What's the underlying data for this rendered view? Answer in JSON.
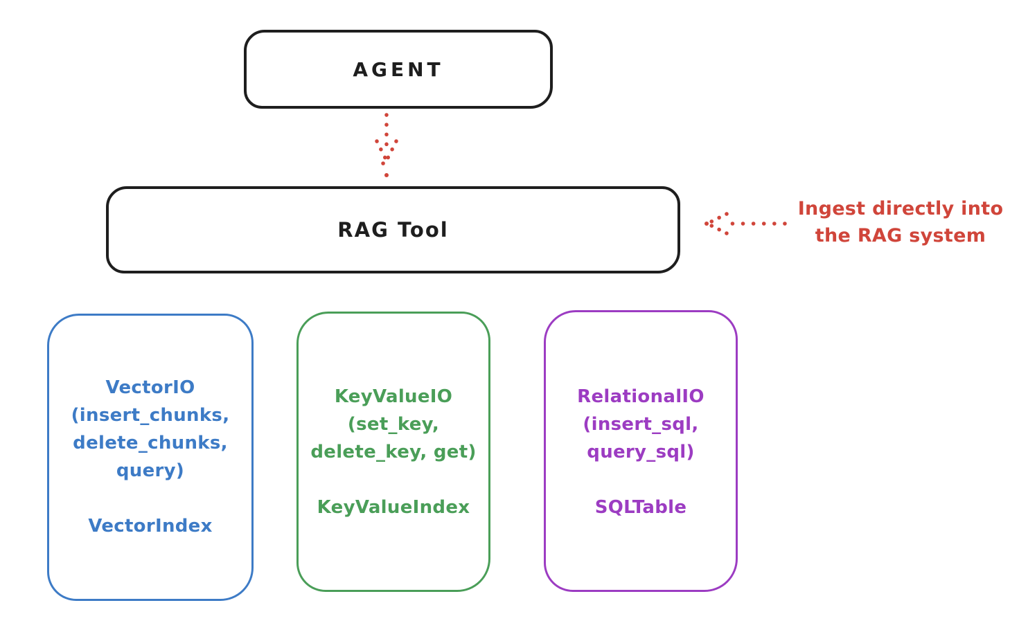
{
  "diagram": {
    "agent": {
      "label": "AGENT"
    },
    "rag_tool": {
      "label": "RAG Tool"
    },
    "annotation": {
      "line1": "Ingest directly into",
      "line2": "the RAG system"
    },
    "backends": [
      {
        "name": "vector-io",
        "lines": [
          "VectorIO",
          "(insert_chunks,",
          "delete_chunks,",
          "query)"
        ],
        "index_label": "VectorIndex",
        "color": "#3d7bc6"
      },
      {
        "name": "keyvalue-io",
        "lines": [
          "KeyValueIO",
          "(set_key,",
          "delete_key, get)"
        ],
        "index_label": "KeyValueIndex",
        "color": "#4a9e58"
      },
      {
        "name": "relational-io",
        "lines": [
          "RelationalIO",
          "(insert_sql,",
          "query_sql)"
        ],
        "index_label": "SQLTable",
        "color": "#9c3cc2"
      }
    ],
    "colors": {
      "stroke": "#1e1e1e",
      "accent_red": "#d0453a",
      "blue": "#3d7bc6",
      "green": "#4a9e58",
      "purple": "#9c3cc2",
      "background": "#ffffff"
    }
  }
}
